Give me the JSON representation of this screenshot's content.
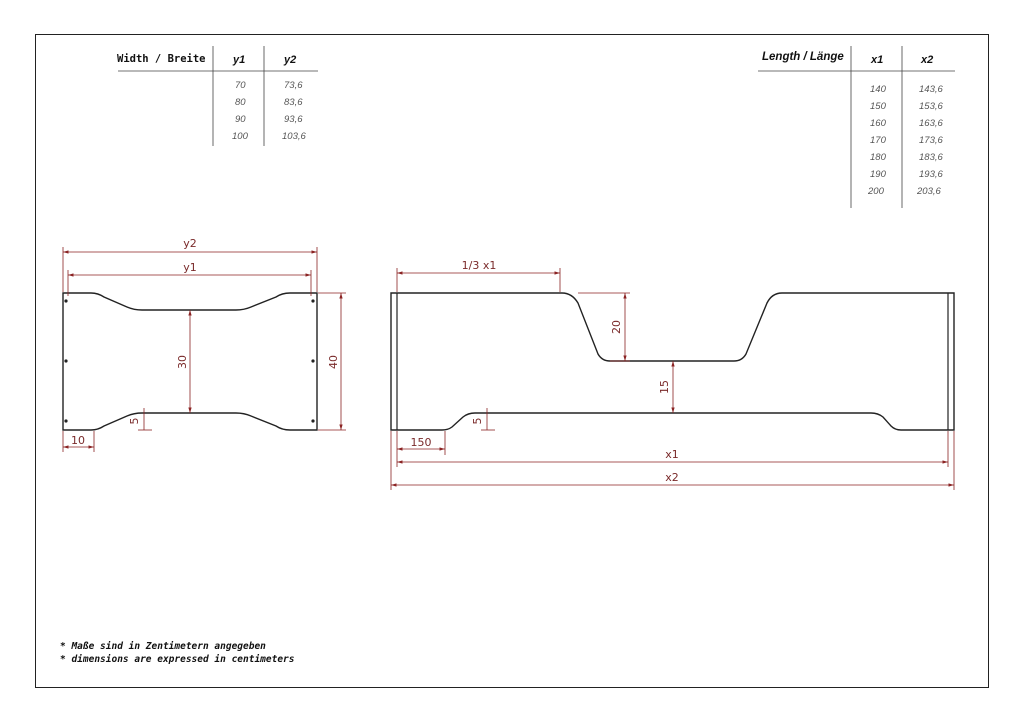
{
  "width_table": {
    "label": "Width / Breite",
    "headers": [
      "y1",
      "y2"
    ],
    "rows": [
      [
        "70",
        "73,6"
      ],
      [
        "80",
        "83,6"
      ],
      [
        "90",
        "93,6"
      ],
      [
        "100",
        "103,6"
      ]
    ]
  },
  "length_table": {
    "label": "Length / Länge",
    "headers": [
      "x1",
      "x2"
    ],
    "rows": [
      [
        "140",
        "143,6"
      ],
      [
        "150",
        "153,6"
      ],
      [
        "160",
        "163,6"
      ],
      [
        "170",
        "173,6"
      ],
      [
        "180",
        "183,6"
      ],
      [
        "190",
        "193,6"
      ],
      [
        "200",
        "203,6"
      ]
    ]
  },
  "width_view": {
    "dim_y2": "y2",
    "dim_y1": "y1",
    "dim_30": "30",
    "dim_40": "40",
    "dim_5": "5",
    "dim_10": "10"
  },
  "length_view": {
    "dim_third_x1": "1/3 x1",
    "dim_20": "20",
    "dim_15": "15",
    "dim_5": "5",
    "dim_150": "150",
    "dim_x1": "x1",
    "dim_x2": "x2"
  },
  "notes": [
    "* Maße sind in Zentimetern angegeben",
    "* dimensions are expressed in centimeters"
  ],
  "colors": {
    "outline": "#222222",
    "dimension": "#8b2323"
  }
}
